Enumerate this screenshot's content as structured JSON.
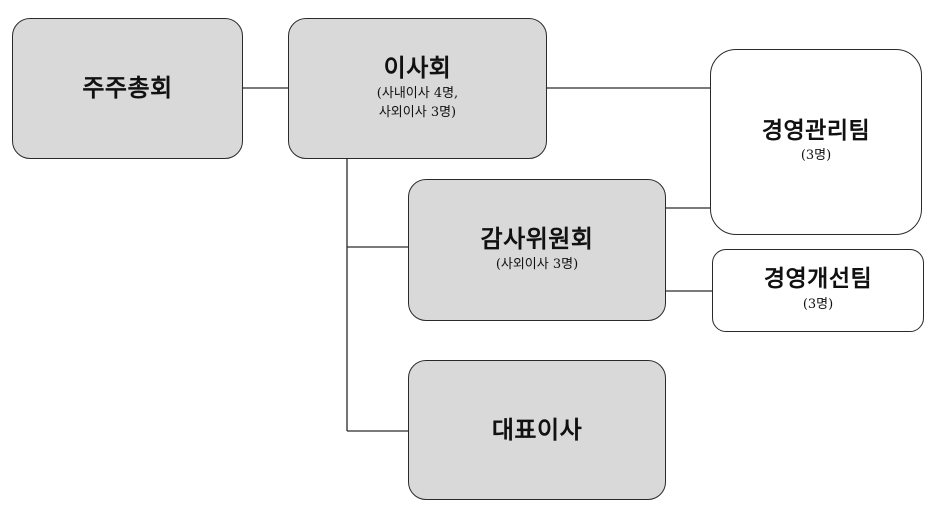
{
  "nodes": {
    "shareholders": {
      "name": "주주총회"
    },
    "board": {
      "name": "이사회",
      "detail": "(사내이사 4명,\n사외이사 3명)"
    },
    "management_team": {
      "name": "경영관리팀",
      "detail": "(3명)"
    },
    "audit_committee": {
      "name": "감사위원회",
      "detail": "(사외이사 3명)"
    },
    "improvement_team": {
      "name": "경영개선팀",
      "detail": "(3명)"
    },
    "ceo": {
      "name": "대표이사"
    }
  },
  "colors": {
    "node_fill": "#d9d9d9",
    "team_fill": "#ffffff",
    "stroke": "#2a2a2a"
  }
}
